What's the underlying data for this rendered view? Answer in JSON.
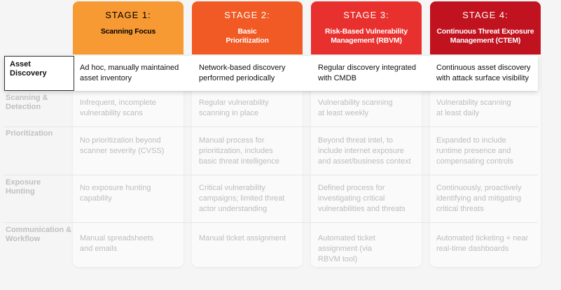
{
  "stages": [
    {
      "title": "STAGE 1:",
      "name": "Scanning Focus",
      "color": "#f79a33"
    },
    {
      "title": "STAGE 2:",
      "name": "Basic Prioritization",
      "color": "#f15a24"
    },
    {
      "title": "STAGE 3:",
      "name": "Risk-Based Vulnerability Management (RBVM)",
      "color": "#e8302e"
    },
    {
      "title": "STAGE 4:",
      "name": "Continuous Threat Exposure Management (CTEM)",
      "color": "#c1121f"
    }
  ],
  "rows": [
    {
      "label": "Asset Discovery",
      "cells": [
        "Ad hoc, manually maintained asset inventory",
        "Network-based discovery performed periodically",
        "Regular discovery integrated with CMDB",
        "Continuous asset discovery with attack surface visibility"
      ]
    },
    {
      "label": "Scanning & Detection",
      "cells": [
        "Infrequent, incomplete vulnerability scans",
        "Regular vulnerability scanning in place",
        "Vulnerability scanning at least weekly",
        "Vulnerability scanning at least daily"
      ]
    },
    {
      "label": "Prioritization",
      "cells": [
        "No prioritization beyond scanner severity (CVSS)",
        "Manual process for prioritization, includes basic threat intelligence",
        "Beyond threat intel, to include internet exposure and asset/business context",
        "Expanded to include runtime presence and compensating controls"
      ]
    },
    {
      "label": "Exposure Hunting",
      "cells": [
        "No exposure hunting capability",
        "Critical vulnerability campaigns; limited threat actor understanding",
        "Defined process for investigating critical vulnerabilities and threats",
        "Continuously, proactively identifying and mitigating critical threats"
      ]
    },
    {
      "label": "Communication & Workflow",
      "cells": [
        "Manual spreadsheets and emails",
        "Manual ticket assignment",
        "Automated ticket assignment (via RBVM tool)",
        "Automated ticketing + near real-time dashboards"
      ]
    }
  ]
}
